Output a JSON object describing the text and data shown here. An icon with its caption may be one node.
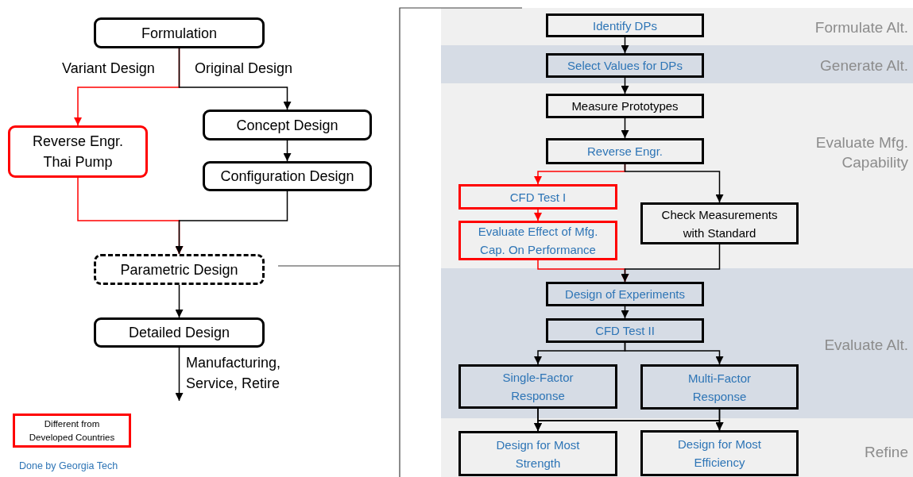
{
  "diagram": {
    "nodes": [
      {
        "text": [
          "Formulation"
        ]
      },
      {
        "text": [
          "Reverse Engr. Thai Pump"
        ]
      },
      {
        "text": [
          "Concept Design"
        ]
      },
      {
        "text": [
          "Configuration Design"
        ]
      },
      {
        "text": [
          "Parametric Design"
        ]
      },
      {
        "text": [
          "Detailed Design"
        ]
      },
      {
        "text": [
          "Formulate Alt."
        ]
      },
      {
        "text": [
          "Identify DPs"
        ],
        "in": 6
      },
      {
        "text": [
          "Generate Alt."
        ]
      },
      {
        "text": [
          "Select Values for DPs"
        ],
        "in": 8
      },
      {
        "text": [
          "Evaluate Mfg. Capability"
        ]
      },
      {
        "text": [
          "Measure Prototypes"
        ],
        "in": 10
      },
      {
        "text": [
          "Reverse Engr."
        ],
        "in": 10
      },
      {
        "text": [
          "CFD Test I"
        ],
        "in": 10
      },
      {
        "text": [
          "Check Measurements with Standard"
        ],
        "in": 10
      },
      {
        "text": [
          "Evaluate Effect of Mfg. Cap. On Performance"
        ],
        "in": 10
      },
      {
        "text": [
          "Evaluate Alt."
        ]
      },
      {
        "text": [
          "Design of Experiments"
        ],
        "in": 16
      },
      {
        "text": [
          "CFD Test II"
        ],
        "in": 16
      },
      {
        "text": [
          "Single-Factor Response"
        ],
        "in": 16
      },
      {
        "text": [
          "Multi-Factor Response"
        ],
        "in": 16
      },
      {
        "text": [
          "Refine"
        ]
      },
      {
        "text": [
          "Design for Most Strength"
        ],
        "in": 21
      },
      {
        "text": [
          "Design for Most Efficiency"
        ],
        "in": 21
      }
    ],
    "edges": [
      {
        "from": 0,
        "to": 1,
        "arrow": "to",
        "label": "Variant Design",
        "color": "#ff0000"
      },
      {
        "from": 0,
        "to": 2,
        "arrow": "to",
        "label": "Original Design"
      },
      {
        "from": 2,
        "to": 3,
        "arrow": "to"
      },
      {
        "from": 1,
        "to": 4,
        "arrow": "to",
        "color": "#ff0000"
      },
      {
        "from": 3,
        "to": 4,
        "arrow": "to"
      },
      {
        "from": 4,
        "to": 5,
        "arrow": "to"
      },
      {
        "from": 5,
        "to": null,
        "arrow": "to",
        "label": "Manufacturing, Service, Retire"
      },
      {
        "from": 7,
        "to": 9,
        "arrow": "to"
      },
      {
        "from": 9,
        "to": 11,
        "arrow": "to"
      },
      {
        "from": 11,
        "to": 12,
        "arrow": "to"
      },
      {
        "from": 12,
        "to": 13,
        "arrow": "to",
        "color": "#ff0000"
      },
      {
        "from": 12,
        "to": 14,
        "arrow": "to"
      },
      {
        "from": 13,
        "to": 15,
        "arrow": "to",
        "color": "#ff0000"
      },
      {
        "from": 15,
        "to": 17,
        "arrow": "to",
        "color": "#ff0000"
      },
      {
        "from": 14,
        "to": 17,
        "arrow": "to"
      },
      {
        "from": 17,
        "to": 18,
        "arrow": "to"
      },
      {
        "from": 18,
        "to": 19,
        "arrow": "to"
      },
      {
        "from": 18,
        "to": 20,
        "arrow": "to"
      },
      {
        "from": 19,
        "to": 22,
        "arrow": "to"
      },
      {
        "from": 19,
        "to": 23,
        "arrow": "to"
      },
      {
        "from": 20,
        "to": 22,
        "arrow": "to"
      },
      {
        "from": 20,
        "to": 23,
        "arrow": "to"
      }
    ],
    "labels": [
      "Done by Georgia Tech"
    ],
    "legend": [
      {
        "text": "Different from Developed Countries"
      }
    ]
  }
}
